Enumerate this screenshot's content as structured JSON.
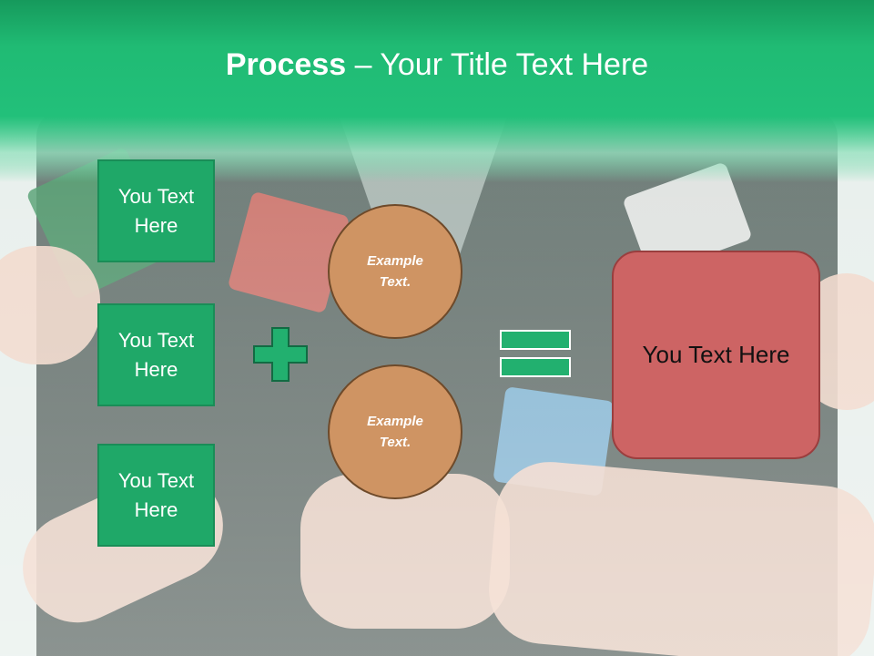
{
  "title": {
    "bold": "Process",
    "rest": " – Your Title Text Here"
  },
  "left_boxes": [
    {
      "label": "You Text Here"
    },
    {
      "label": "You Text Here"
    },
    {
      "label": "You Text Here"
    }
  ],
  "circles": [
    {
      "label": "Example Text."
    },
    {
      "label": "Example Text."
    }
  ],
  "operators": {
    "plus": "plus-icon",
    "equals": "equals-icon"
  },
  "result": {
    "label": "You Text Here"
  },
  "colors": {
    "header_green": "#22c07a",
    "box_green": "#1fa868",
    "circle_tan": "#cf9463",
    "result_red": "#cd6464"
  }
}
